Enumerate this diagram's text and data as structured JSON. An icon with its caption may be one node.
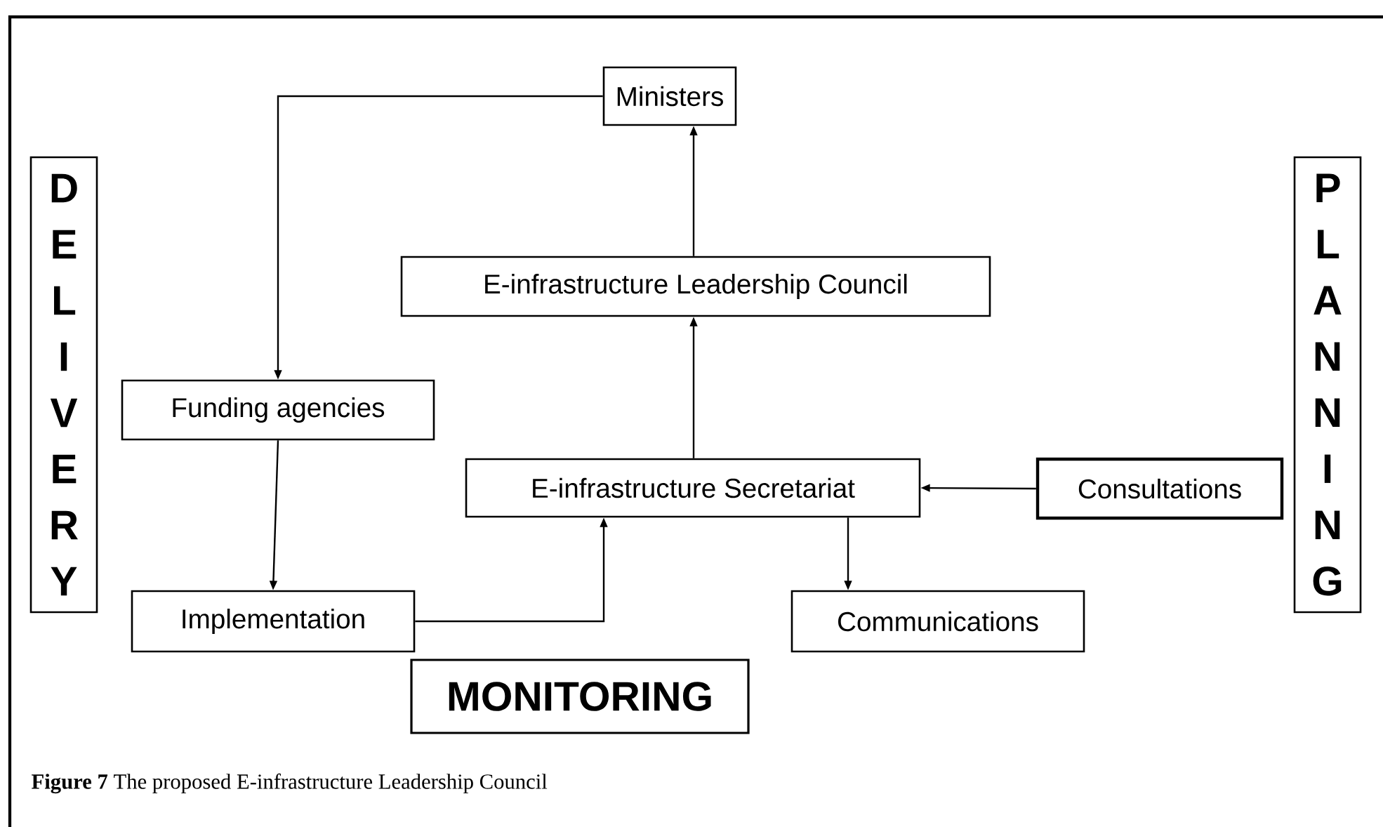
{
  "diagram": {
    "caption": "**Figure 7** The proposed E-infrastructure Leadership Council",
    "nodes": [
      {
        "text": [
          "DELIVERY"
        ]
      },
      {
        "text": [
          "Ministers"
        ]
      },
      {
        "text": [
          "E-infrastructure Leadership Council"
        ]
      },
      {
        "text": [
          "Funding agencies"
        ]
      },
      {
        "text": [
          "E-infrastructure Secretariat"
        ]
      },
      {
        "text": [
          "Consultations"
        ]
      },
      {
        "text": [
          "Implementation"
        ]
      },
      {
        "text": [
          "Communications"
        ]
      },
      {
        "text": [
          "MONITORING"
        ]
      },
      {
        "text": [
          "PLANNING"
        ]
      }
    ],
    "edges": [
      {
        "from": 1,
        "to": 3,
        "arrow": "to"
      },
      {
        "from": 2,
        "to": 1,
        "arrow": "to"
      },
      {
        "from": 4,
        "to": 2,
        "arrow": "to"
      },
      {
        "from": 3,
        "to": 6,
        "arrow": "to"
      },
      {
        "from": 6,
        "to": 4,
        "arrow": "to"
      },
      {
        "from": 5,
        "to": 4,
        "arrow": "to"
      },
      {
        "from": 4,
        "to": 7,
        "arrow": "to"
      }
    ]
  }
}
